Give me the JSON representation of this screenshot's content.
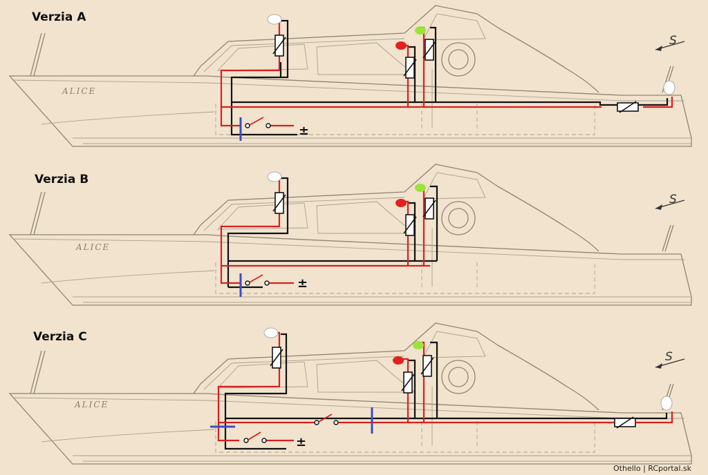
{
  "variants": [
    {
      "title": "Verzia A",
      "boat_name": "ALICE",
      "direction": "S",
      "supply": "±"
    },
    {
      "title": "Verzia B",
      "boat_name": "ALICE",
      "direction": "S",
      "supply": "±"
    },
    {
      "title": "Verzia C",
      "boat_name": "ALICE",
      "direction": "S",
      "supply": "±"
    }
  ],
  "colors": {
    "paper": "#f1e3cd",
    "hull_line": "#8e8474",
    "wire_negative": "#111111",
    "wire_positive": "#d62020",
    "junction": "#3a4cc0",
    "led_red": "#e52020",
    "led_green": "#9be43a",
    "led_white": "#ffffff"
  },
  "components": [
    "led-white-mast",
    "led-green",
    "led-red",
    "led-white-stern",
    "resistor",
    "switch",
    "supply-terminal",
    "junction-bar"
  ],
  "credit": "Othello | RCportal.sk"
}
